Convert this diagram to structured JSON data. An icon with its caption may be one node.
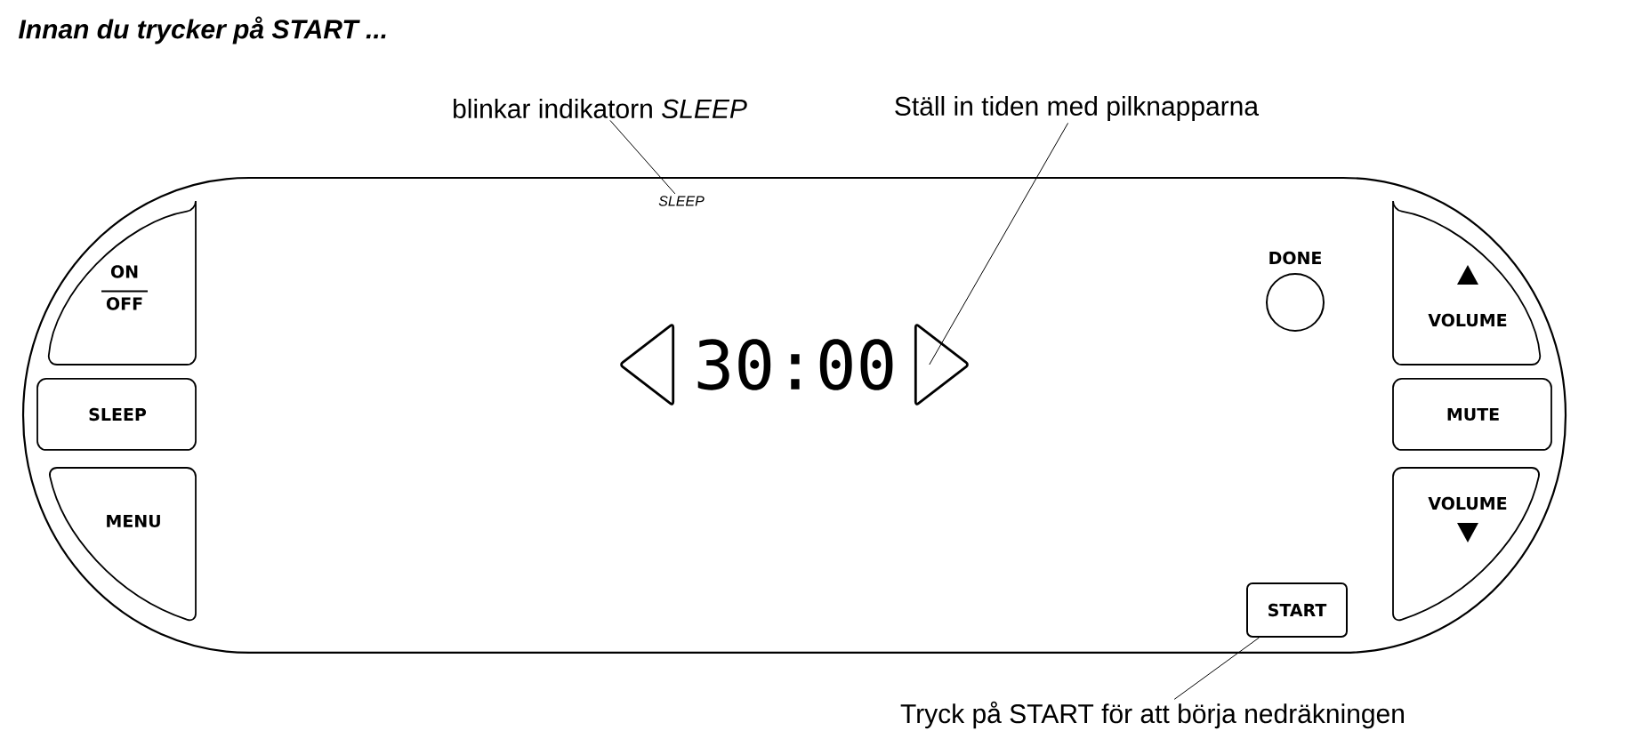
{
  "diagram": {
    "title": "Innan du trycker på START ...",
    "nodes": [
      {
        "text": [
          "blinkar indikatorn *SLEEP*"
        ]
      },
      {
        "text": [
          "Ställ in tiden med pilknapparna"
        ]
      },
      {
        "text": [
          "SLEEP"
        ]
      },
      {
        "text": [
          "ON",
          "OFF"
        ]
      },
      {
        "text": [
          "DONE"
        ]
      },
      {
        "text": [
          "VOLUME"
        ]
      },
      {
        "text": [],
        "shape": "triangle"
      },
      {
        "text": [
          "30:00"
        ]
      },
      {
        "text": [],
        "shape": "triangle"
      },
      {
        "text": [
          "SLEEP"
        ]
      },
      {
        "text": [
          "MUTE"
        ]
      },
      {
        "text": [
          "MENU"
        ]
      },
      {
        "text": [
          "VOLUME"
        ]
      },
      {
        "text": [
          "START"
        ]
      },
      {
        "text": [
          "Tryck på START för att börja nedräkningen"
        ]
      }
    ],
    "edges": [
      {
        "from": 0,
        "to": 2,
        "arrow": "none"
      },
      {
        "from": 1,
        "to": 8,
        "arrow": "none"
      },
      {
        "from": 14,
        "to": 13,
        "arrow": "none"
      }
    ]
  }
}
